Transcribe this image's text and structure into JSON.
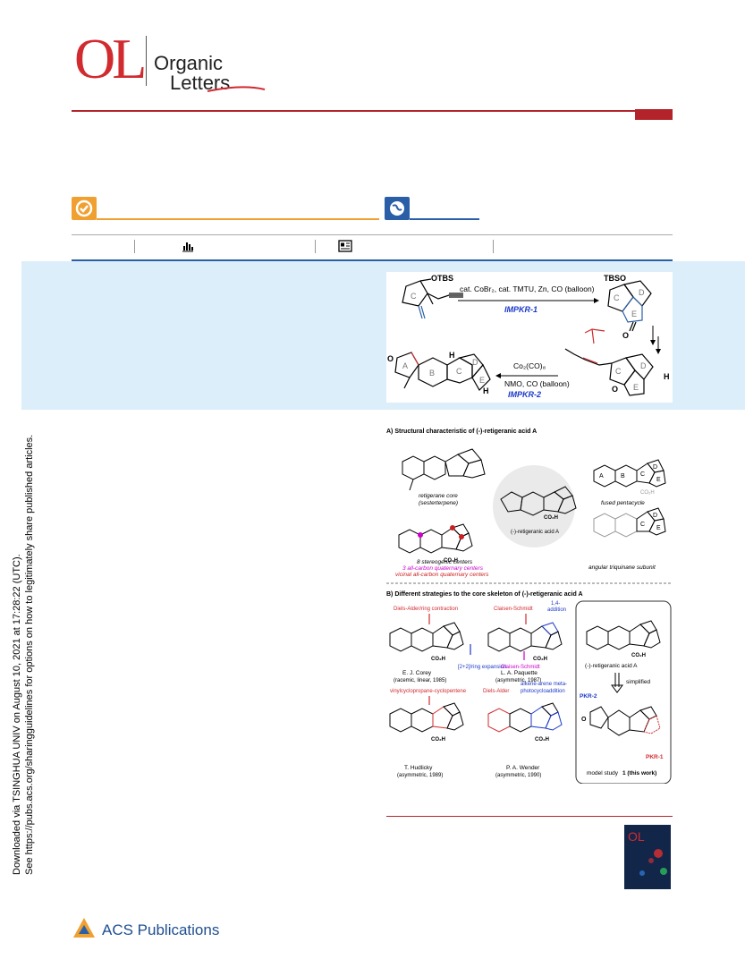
{
  "journal": {
    "logo_letters": "OL",
    "name_line1": "Organic",
    "name_line2": "Letters"
  },
  "sidebar": {
    "line1": "Downloaded via TSINGHUA UNIV on August 10, 2021 at 17:28:22 (UTC).",
    "line2": "See https://pubs.acs.org/sharingguidelines for options on how to legitimately share published articles."
  },
  "toc": {
    "reagent1": "cat. CoBr₂, cat. TMTU, Zn, CO (balloon)",
    "step1": "IMPKR-1",
    "reagent2a": "Co₂(CO)₈",
    "reagent2b": "NMO, CO (balloon)",
    "step2": "IMPKR-2",
    "otbs": "OTBS",
    "tbso": "TBSO",
    "ring_c": "C",
    "ring_d": "D",
    "ring_e": "E",
    "ring_a": "A",
    "ring_b": "B",
    "h": "H",
    "o": "O"
  },
  "figure": {
    "panel_a_title": "A) Structural characteristic of (-)-retigeranic acid A",
    "core_label1": "retigerane core",
    "core_label2": "(sesterterpene)",
    "center_label": "(-)-retigeranic acid A",
    "fused": "fused pentacycle",
    "stereo1": "8 stereogenic centers",
    "stereo2": "3 all-carbon quaternary centers",
    "stereo3": "vicinal all-carbon quaternary centers",
    "triquinane": "angular triquinane subunit",
    "panel_b_title": "B) Different strategies to the core skeleton of (-)-retigeranic acid A",
    "corey_top": "Diels-Alder/ring contraction",
    "corey_bottom": "[2+2]/ring expansion",
    "corey_name": "E. J. Corey",
    "corey_year": "(racemic, linear, 1985)",
    "paquette_top": "Claisen-Schmidt",
    "paquette_addition1": "1,4-",
    "paquette_addition2": "addition",
    "paquette_bottom": "Claisen-Schmidt",
    "paquette_name": "L. A. Paquette",
    "paquette_year": "(asymmetric, 1987)",
    "target_name": "(-)-retigeranic acid A",
    "simplified": "simplified",
    "pkr2": "PKR-2",
    "pkr1": "PKR-1",
    "model_prefix": "model study ",
    "model_bold": "1 (this work)",
    "hudlicky_top": "vinylcyclopropane-cyclopentene",
    "hudlicky_name": "T. Hudlicky",
    "hudlicky_year": "(asymmetric, 1989)",
    "wender_top1": "Diels-Alder",
    "wender_top2": "alkene-arene meta-",
    "wender_top3": "photocycloaddition",
    "wender_name": "P. A. Wender",
    "wender_year": "(asymmetric, 1990)",
    "co2h": "CO₂H"
  },
  "footer": {
    "publisher": "ACS Publications"
  },
  "colors": {
    "brand_red": "#b3242a",
    "access_orange": "#f0a030",
    "access_blue": "#2a5fa8",
    "abstract_bg": "#dbeefa"
  }
}
